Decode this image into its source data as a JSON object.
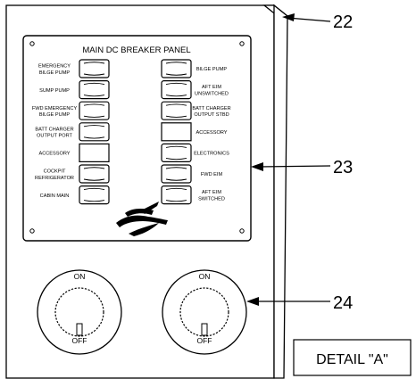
{
  "panel": {
    "title": "MAIN DC BREAKER PANEL",
    "left_breakers": [
      {
        "label_lines": [
          "EMERGENCY",
          "BILGE PUMP"
        ],
        "has_switch": true
      },
      {
        "label_lines": [
          "SUMP PUMP"
        ],
        "has_switch": true
      },
      {
        "label_lines": [
          "FWD EMERGENCY",
          "BILGE PUMP"
        ],
        "has_switch": true
      },
      {
        "label_lines": [
          "BATT CHARGER",
          "OUTPUT PORT"
        ],
        "has_switch": true
      },
      {
        "label_lines": [
          "ACCESSORY"
        ],
        "has_switch": false
      },
      {
        "label_lines": [
          "COCKPIT",
          "REFRIGERATOR"
        ],
        "has_switch": true
      },
      {
        "label_lines": [
          "CABIN MAIN"
        ],
        "has_switch": true
      }
    ],
    "right_breakers": [
      {
        "label_lines": [
          "BILGE PUMP"
        ],
        "has_switch": true
      },
      {
        "label_lines": [
          "AFT EIM",
          "UNSWITCHED"
        ],
        "has_switch": true
      },
      {
        "label_lines": [
          "BATT CHARGER",
          "OUTPUT STBD"
        ],
        "has_switch": true
      },
      {
        "label_lines": [
          "ACCESSORY"
        ],
        "has_switch": false
      },
      {
        "label_lines": [
          "ELECTRONICS"
        ],
        "has_switch": true
      },
      {
        "label_lines": [
          "FWD EIM"
        ],
        "has_switch": true
      },
      {
        "label_lines": [
          "AFT EIM",
          "SWITCHED"
        ],
        "has_switch": true
      }
    ]
  },
  "knobs": [
    {
      "on_label": "ON",
      "off_label": "OFF"
    },
    {
      "on_label": "ON",
      "off_label": "OFF"
    }
  ],
  "callouts": [
    "22",
    "23",
    "24"
  ],
  "detail_label": "DETAIL \"A\"",
  "icons": {
    "logo": "brand-logo-icon",
    "screw": "screw-icon"
  }
}
